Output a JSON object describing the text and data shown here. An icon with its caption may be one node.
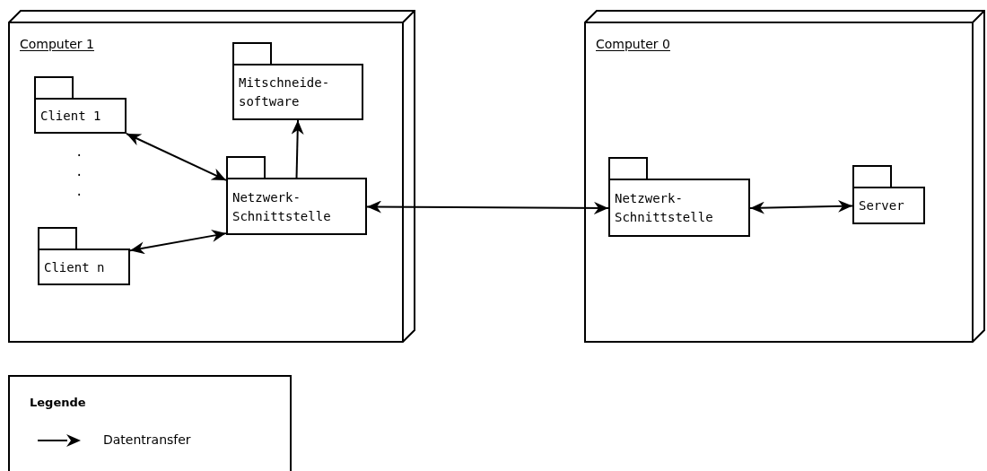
{
  "diagram": {
    "nodes": [
      {
        "text": [
          "Computer 1"
        ]
      },
      {
        "text": [
          "Client 1"
        ],
        "in": 0
      },
      {
        "text": [
          "Mitschneide- software"
        ],
        "in": 0
      },
      {
        "text": [
          "Netzwerk- Schnittstelle"
        ],
        "in": 0
      },
      {
        "text": [
          "Client n"
        ],
        "in": 0
      },
      {
        "text": [
          "Computer 0"
        ]
      },
      {
        "text": [
          "Netzwerk- Schnittstelle"
        ],
        "in": 5
      },
      {
        "text": [
          "Server"
        ],
        "in": 5
      }
    ],
    "edges": [
      {
        "from": 1,
        "to": 3,
        "arrow": "both"
      },
      {
        "from": 3,
        "to": 2,
        "arrow": "to"
      },
      {
        "from": 4,
        "to": 3,
        "arrow": "both"
      },
      {
        "from": 3,
        "to": 6,
        "arrow": "both"
      },
      {
        "from": 6,
        "to": 7,
        "arrow": "both"
      }
    ],
    "labels": [
      ".",
      ".",
      ".",
      "Legende"
    ],
    "legend": [
      {
        "text": "Datentransfer"
      }
    ]
  }
}
